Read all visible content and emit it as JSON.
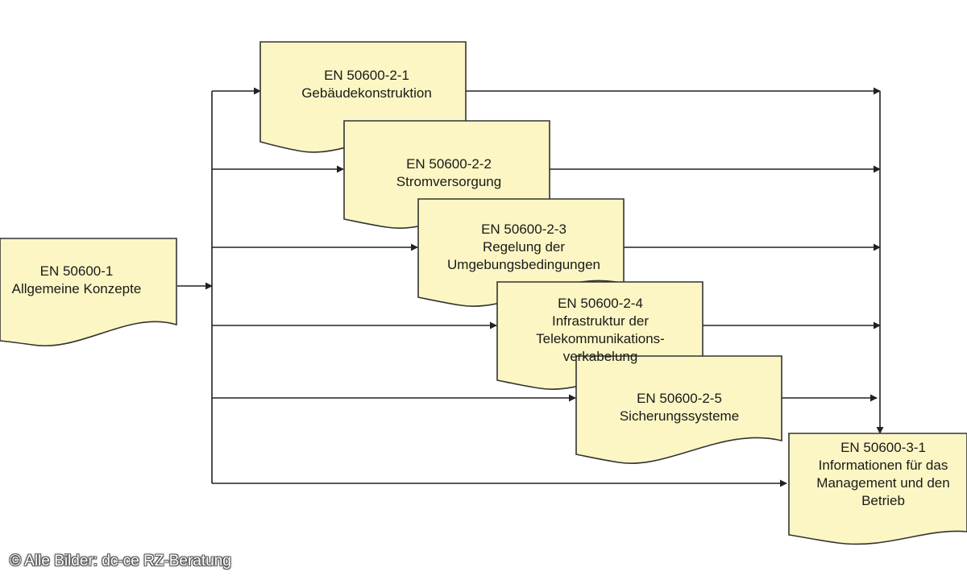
{
  "colors": {
    "doc_fill": "#fbf6c3",
    "doc_stroke": "#333333",
    "connector": "#222222"
  },
  "docs": {
    "d1": {
      "lines": [
        "EN 50600-1",
        "Allgemeine Konzepte"
      ]
    },
    "d21": {
      "lines": [
        "EN 50600-2-1",
        "Gebäudekonstruktion"
      ]
    },
    "d22": {
      "lines": [
        "EN 50600-2-2",
        "Stromversorgung"
      ]
    },
    "d23": {
      "lines": [
        "EN 50600-2-3",
        "Regelung der",
        "Umgebungsbedingungen"
      ]
    },
    "d24": {
      "lines": [
        "EN 50600-2-4",
        "Infrastruktur der",
        "Telekommunikations-",
        "verkabelung"
      ]
    },
    "d25": {
      "lines": [
        "EN 50600-2-5",
        "Sicherungssysteme"
      ]
    },
    "d31": {
      "lines": [
        "EN 50600-3-1",
        "Informationen für das",
        "Management und den",
        "Betrieb"
      ]
    }
  },
  "credit": "© Alle Bilder: dc-ce RZ-Beratung"
}
